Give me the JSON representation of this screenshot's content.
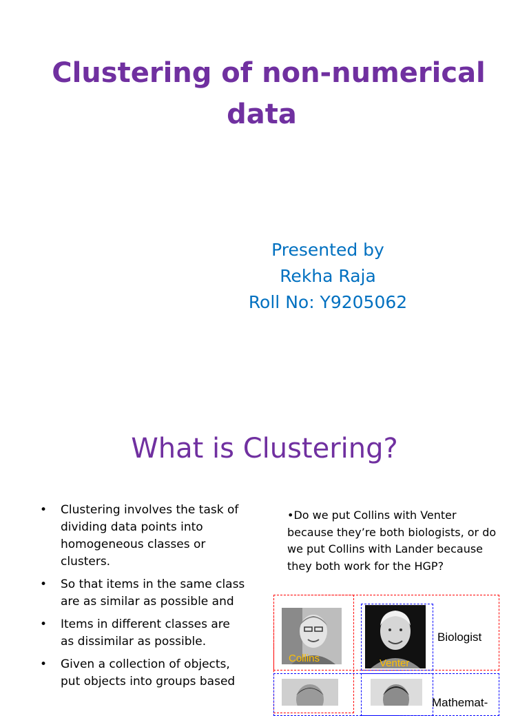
{
  "slide1": {
    "title_line1": "Clustering of non-numerical",
    "title_line2": "data",
    "presented_by": "Presented by",
    "presenter_name": "Rekha Raja",
    "roll_no": "Roll No: Y9205062"
  },
  "slide2": {
    "title": "What is Clustering?",
    "bullets": [
      "Clustering involves the task of dividing data points into homogeneous classes or clusters.",
      "So that items in the same class are as similar as possible and",
      "Items in different classes are as dissimilar as possible.",
      "Given a collection of objects, put objects into groups based"
    ],
    "bullet_glyph": "•",
    "question": "•Do we put Collins with Venter because they’re both biologists, or do we put Collins with Lander because they both work for the HGP?",
    "figure": {
      "photo_labels": {
        "collins": "Collins",
        "venter": "Venter"
      },
      "row_labels": {
        "biologist": "Biologist",
        "mathematician": "Mathemat-"
      }
    }
  },
  "colors": {
    "title_purple": "#7030a0",
    "presenter_blue": "#0070c0",
    "photo_label_gold": "#ffc000",
    "red_dash": "#ff0000",
    "blue_dash": "#0000ff"
  }
}
